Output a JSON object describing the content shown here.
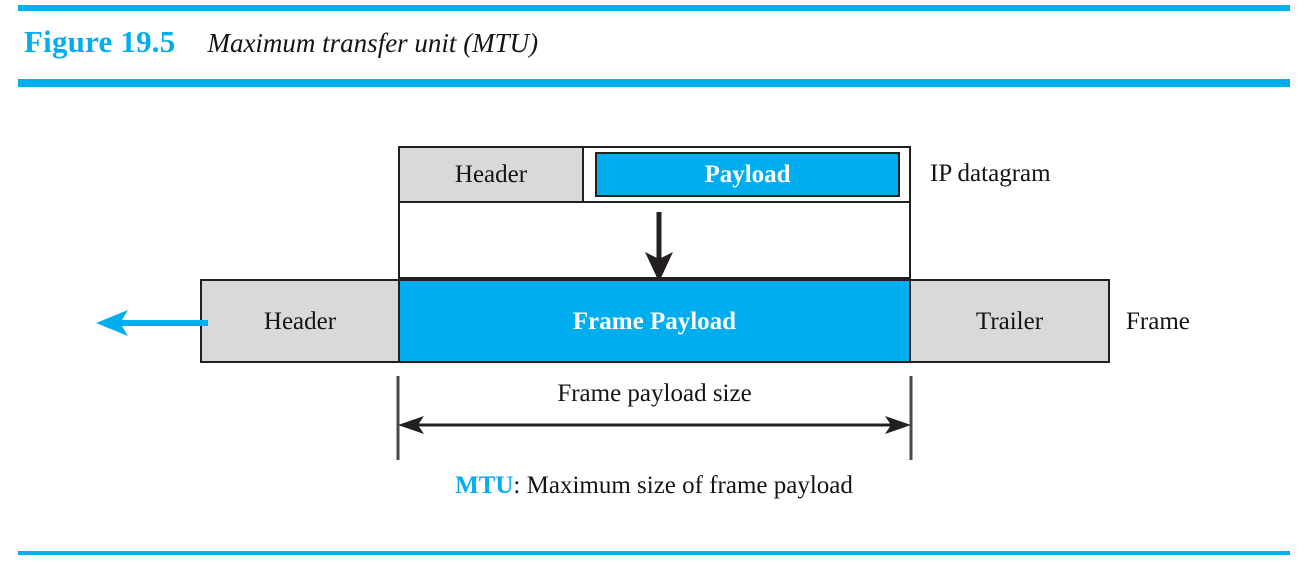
{
  "figure": {
    "number": "Figure 19.5",
    "caption": "Maximum transfer unit (MTU)"
  },
  "colors": {
    "accent_blue": "#00AEEF",
    "box_gray": "#d9d9d9",
    "stroke_black": "#231f20",
    "text_black": "#141414",
    "white": "#ffffff"
  },
  "diagram": {
    "ip_datagram_row": {
      "header_label": "Header",
      "payload_label": "Payload",
      "row_label": "IP datagram"
    },
    "encapsulation_arrow": {
      "direction": "down",
      "color": "#231f20"
    },
    "frame_row": {
      "header_label": "Header",
      "payload_label": "Frame Payload",
      "trailer_label": "Trailer",
      "row_label": "Frame"
    },
    "transmission_arrow": {
      "direction": "left",
      "color": "#00AEEF"
    },
    "dimension": {
      "label": "Frame payload size",
      "style": "double-headed-arrow"
    },
    "note": {
      "term": "MTU",
      "rest": ": Maximum size of frame payload"
    }
  }
}
